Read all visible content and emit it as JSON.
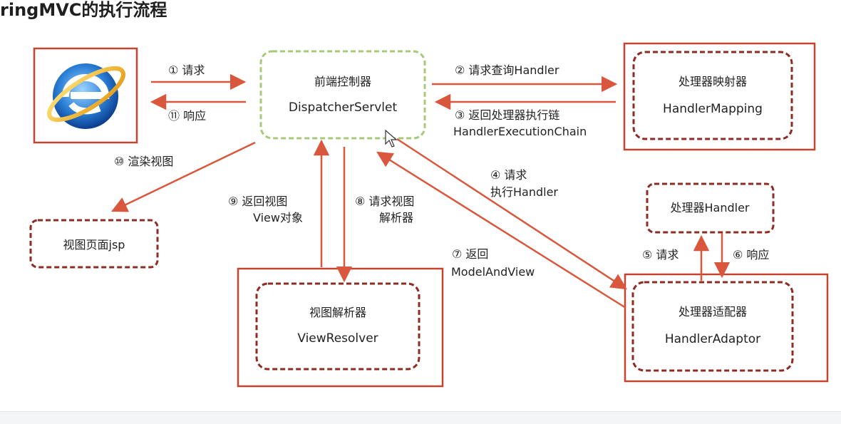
{
  "title": "ringMVC的执行流程",
  "nodes": {
    "dispatcher": {
      "name": "前端控制器",
      "class": "DispatcherServlet"
    },
    "handler_mapping": {
      "name": "处理器映射器",
      "class": "HandlerMapping"
    },
    "handler": {
      "name": "处理器Handler"
    },
    "handler_adaptor": {
      "name": "处理器适配器",
      "class": "HandlerAdaptor"
    },
    "view_resolver": {
      "name": "视图解析器",
      "class": "ViewResolver"
    },
    "view_page": {
      "name": "视图页面jsp"
    }
  },
  "steps": {
    "s1": "① 请求",
    "s2": "② 请求查询Handler",
    "s3_line1": "③ 返回处理器执行链",
    "s3_line2": "HandlerExecutionChain",
    "s4_line1": "④ 请求",
    "s4_line2": "执行Handler",
    "s5": "⑤ 请求",
    "s6": "⑥ 响应",
    "s7_line1": "⑦ 返回",
    "s7_line2": "ModelAndView",
    "s8_line1": "⑧ 请求视图",
    "s8_line2": "解析器",
    "s9_line1": "⑨ 返回视图",
    "s9_line2": "View对象",
    "s10": "⑩ 渲染视图",
    "s11": "⑪ 响应"
  },
  "colors": {
    "arrow": "#d9573d",
    "outer_border": "#c5432f",
    "inner_dashed": "#8e2c24",
    "dispatcher_dashed": "#a8c97a"
  },
  "icons": {
    "browser": "internet-explorer-icon",
    "cursor": "mouse-pointer-icon"
  }
}
